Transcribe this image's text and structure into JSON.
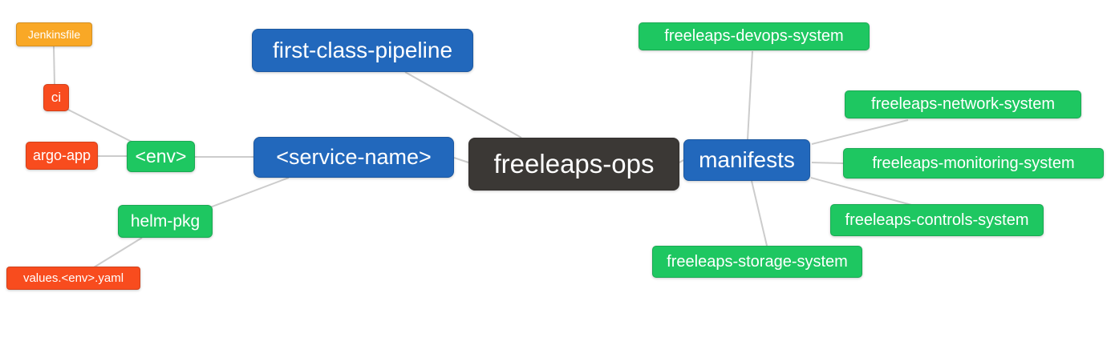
{
  "colors": {
    "blue": "#2268BC",
    "green": "#1EC761",
    "orange": "#F9A826",
    "red": "#F84C1E",
    "dark": "#3B3835",
    "connector": "#CCCCCC",
    "node_text": "#FFFFFF",
    "background": "#FFFFFF"
  },
  "nodes": {
    "jenkinsfile": {
      "label": "Jenkinsfile",
      "color": "orange"
    },
    "ci": {
      "label": "ci",
      "color": "red"
    },
    "argo_app": {
      "label": "argo-app",
      "color": "red"
    },
    "env": {
      "label": "<env>",
      "color": "green"
    },
    "first_class_pipeline": {
      "label": "first-class-pipeline",
      "color": "blue"
    },
    "service_name": {
      "label": "<service-name>",
      "color": "blue"
    },
    "freeleaps_ops": {
      "label": "freeleaps-ops",
      "color": "dark"
    },
    "manifests": {
      "label": "manifests",
      "color": "blue"
    },
    "helm_pkg": {
      "label": "helm-pkg",
      "color": "green"
    },
    "values_yaml": {
      "label": "values.<env>.yaml",
      "color": "red"
    },
    "devops_system": {
      "label": "freeleaps-devops-system",
      "color": "green"
    },
    "network_system": {
      "label": "freeleaps-network-system",
      "color": "green"
    },
    "monitoring_system": {
      "label": "freeleaps-monitoring-system",
      "color": "green"
    },
    "controls_system": {
      "label": "freeleaps-controls-system",
      "color": "green"
    },
    "storage_system": {
      "label": "freeleaps-storage-system",
      "color": "green"
    }
  },
  "edges": [
    [
      "jenkinsfile",
      "ci"
    ],
    [
      "ci",
      "env"
    ],
    [
      "argo_app",
      "env"
    ],
    [
      "env",
      "service_name"
    ],
    [
      "helm_pkg",
      "service_name"
    ],
    [
      "values_yaml",
      "helm_pkg"
    ],
    [
      "service_name",
      "freeleaps_ops"
    ],
    [
      "first_class_pipeline",
      "freeleaps_ops"
    ],
    [
      "freeleaps_ops",
      "manifests"
    ],
    [
      "manifests",
      "devops_system"
    ],
    [
      "manifests",
      "network_system"
    ],
    [
      "manifests",
      "monitoring_system"
    ],
    [
      "manifests",
      "controls_system"
    ],
    [
      "manifests",
      "storage_system"
    ]
  ]
}
